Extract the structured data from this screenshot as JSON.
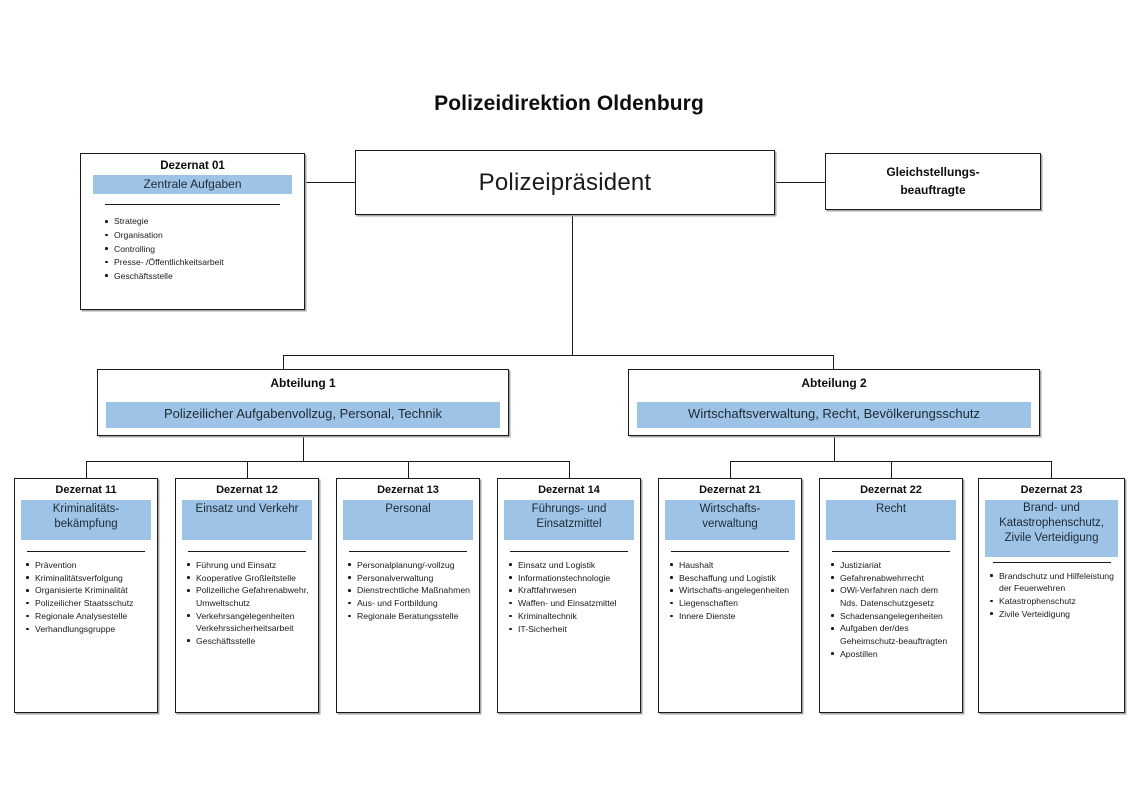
{
  "title": "Polizeidirektion Oldenburg",
  "colors": {
    "band_blue": "#9dc3e6",
    "border": "#1a1a1a",
    "background": "#ffffff"
  },
  "president": {
    "label": "Polizeipräsident"
  },
  "equal_opportunity": {
    "label": "Gleichstellungs-\nbeauftragte",
    "line1": "Gleichstellungs-",
    "line2": "beauftragte"
  },
  "dezernat01": {
    "title": "Dezernat 01",
    "subtitle": "Zentrale Aufgaben",
    "items": [
      "Strategie",
      "Organisation",
      "Controlling",
      "Presse- /Öffentlichkeitsarbeit",
      "Geschäftsstelle"
    ]
  },
  "departments": [
    {
      "title": "Abteilung 1",
      "subtitle": "Polizeilicher Aufgabenvollzug, Personal, Technik"
    },
    {
      "title": "Abteilung 2",
      "subtitle": "Wirtschaftsverwaltung, Recht, Bevölkerungsschutz"
    }
  ],
  "units": [
    {
      "title": "Dezernat 11",
      "subtitle_lines": [
        "Kriminalitäts-",
        "bekämpfung"
      ],
      "subtitle": "Kriminalitätsbekämpfung",
      "items": [
        "Prävention",
        "Kriminalitätsverfolgung",
        "Organisierte Kriminalität",
        "Polizeilicher Staatsschutz",
        "Regionale Analysestelle",
        "Verhandlungsgruppe"
      ]
    },
    {
      "title": "Dezernat 12",
      "subtitle_lines": [
        "Einsatz und Verkehr"
      ],
      "subtitle": "Einsatz und Verkehr",
      "items": [
        "Führung und Einsatz",
        "Kooperative Großleitstelle",
        "Polizeiliche Gefahrenabwehr, Umweltschutz",
        "Verkehrsangelegenheiten Verkehrssicherheitsarbeit",
        "Geschäftsstelle"
      ]
    },
    {
      "title": "Dezernat 13",
      "subtitle_lines": [
        "Personal"
      ],
      "subtitle": "Personal",
      "items": [
        "Personalplanung/-vollzug",
        "Personalverwaltung",
        "Dienstrechtliche Maßnahmen",
        "Aus- und Fortbildung",
        "Regionale Beratungsstelle"
      ]
    },
    {
      "title": "Dezernat 14",
      "subtitle_lines": [
        "Führungs- und",
        "Einsatzmittel"
      ],
      "subtitle": "Führungs- und Einsatzmittel",
      "items": [
        "Einsatz und Logistik",
        "Informationstechnologie",
        "Kraftfahrwesen",
        "Waffen- und Einsatzmittel",
        "Kriminaltechnik",
        "IT-Sicherheit"
      ]
    },
    {
      "title": "Dezernat 21",
      "subtitle_lines": [
        "Wirtschafts-",
        "verwaltung"
      ],
      "subtitle": "Wirtschaftsverwaltung",
      "items": [
        "Haushalt",
        "Beschaffung und Logistik",
        "Wirtschafts-angelegenheiten",
        "Liegenschaften",
        "Innere Dienste"
      ]
    },
    {
      "title": "Dezernat 22",
      "subtitle_lines": [
        "Recht"
      ],
      "subtitle": "Recht",
      "items": [
        "Justiziariat",
        "Gefahrenabwehrrecht",
        "OWi-Verfahren nach dem Nds. Datenschutzgesetz",
        "Schadensangelegenheiten",
        "Aufgaben der/des Geheimschutz-beauftragten",
        "Apostillen"
      ]
    },
    {
      "title": "Dezernat 23",
      "subtitle_lines": [
        "Brand- und",
        "Katastrophenschutz,",
        "Zivile Verteidigung"
      ],
      "subtitle": "Brand- und Katastrophenschutz, Zivile Verteidigung",
      "items": [
        "Brandschutz und Hilfeleistung der Feuerwehren",
        "Katastrophenschutz",
        "Zivile Verteidigung"
      ]
    }
  ]
}
